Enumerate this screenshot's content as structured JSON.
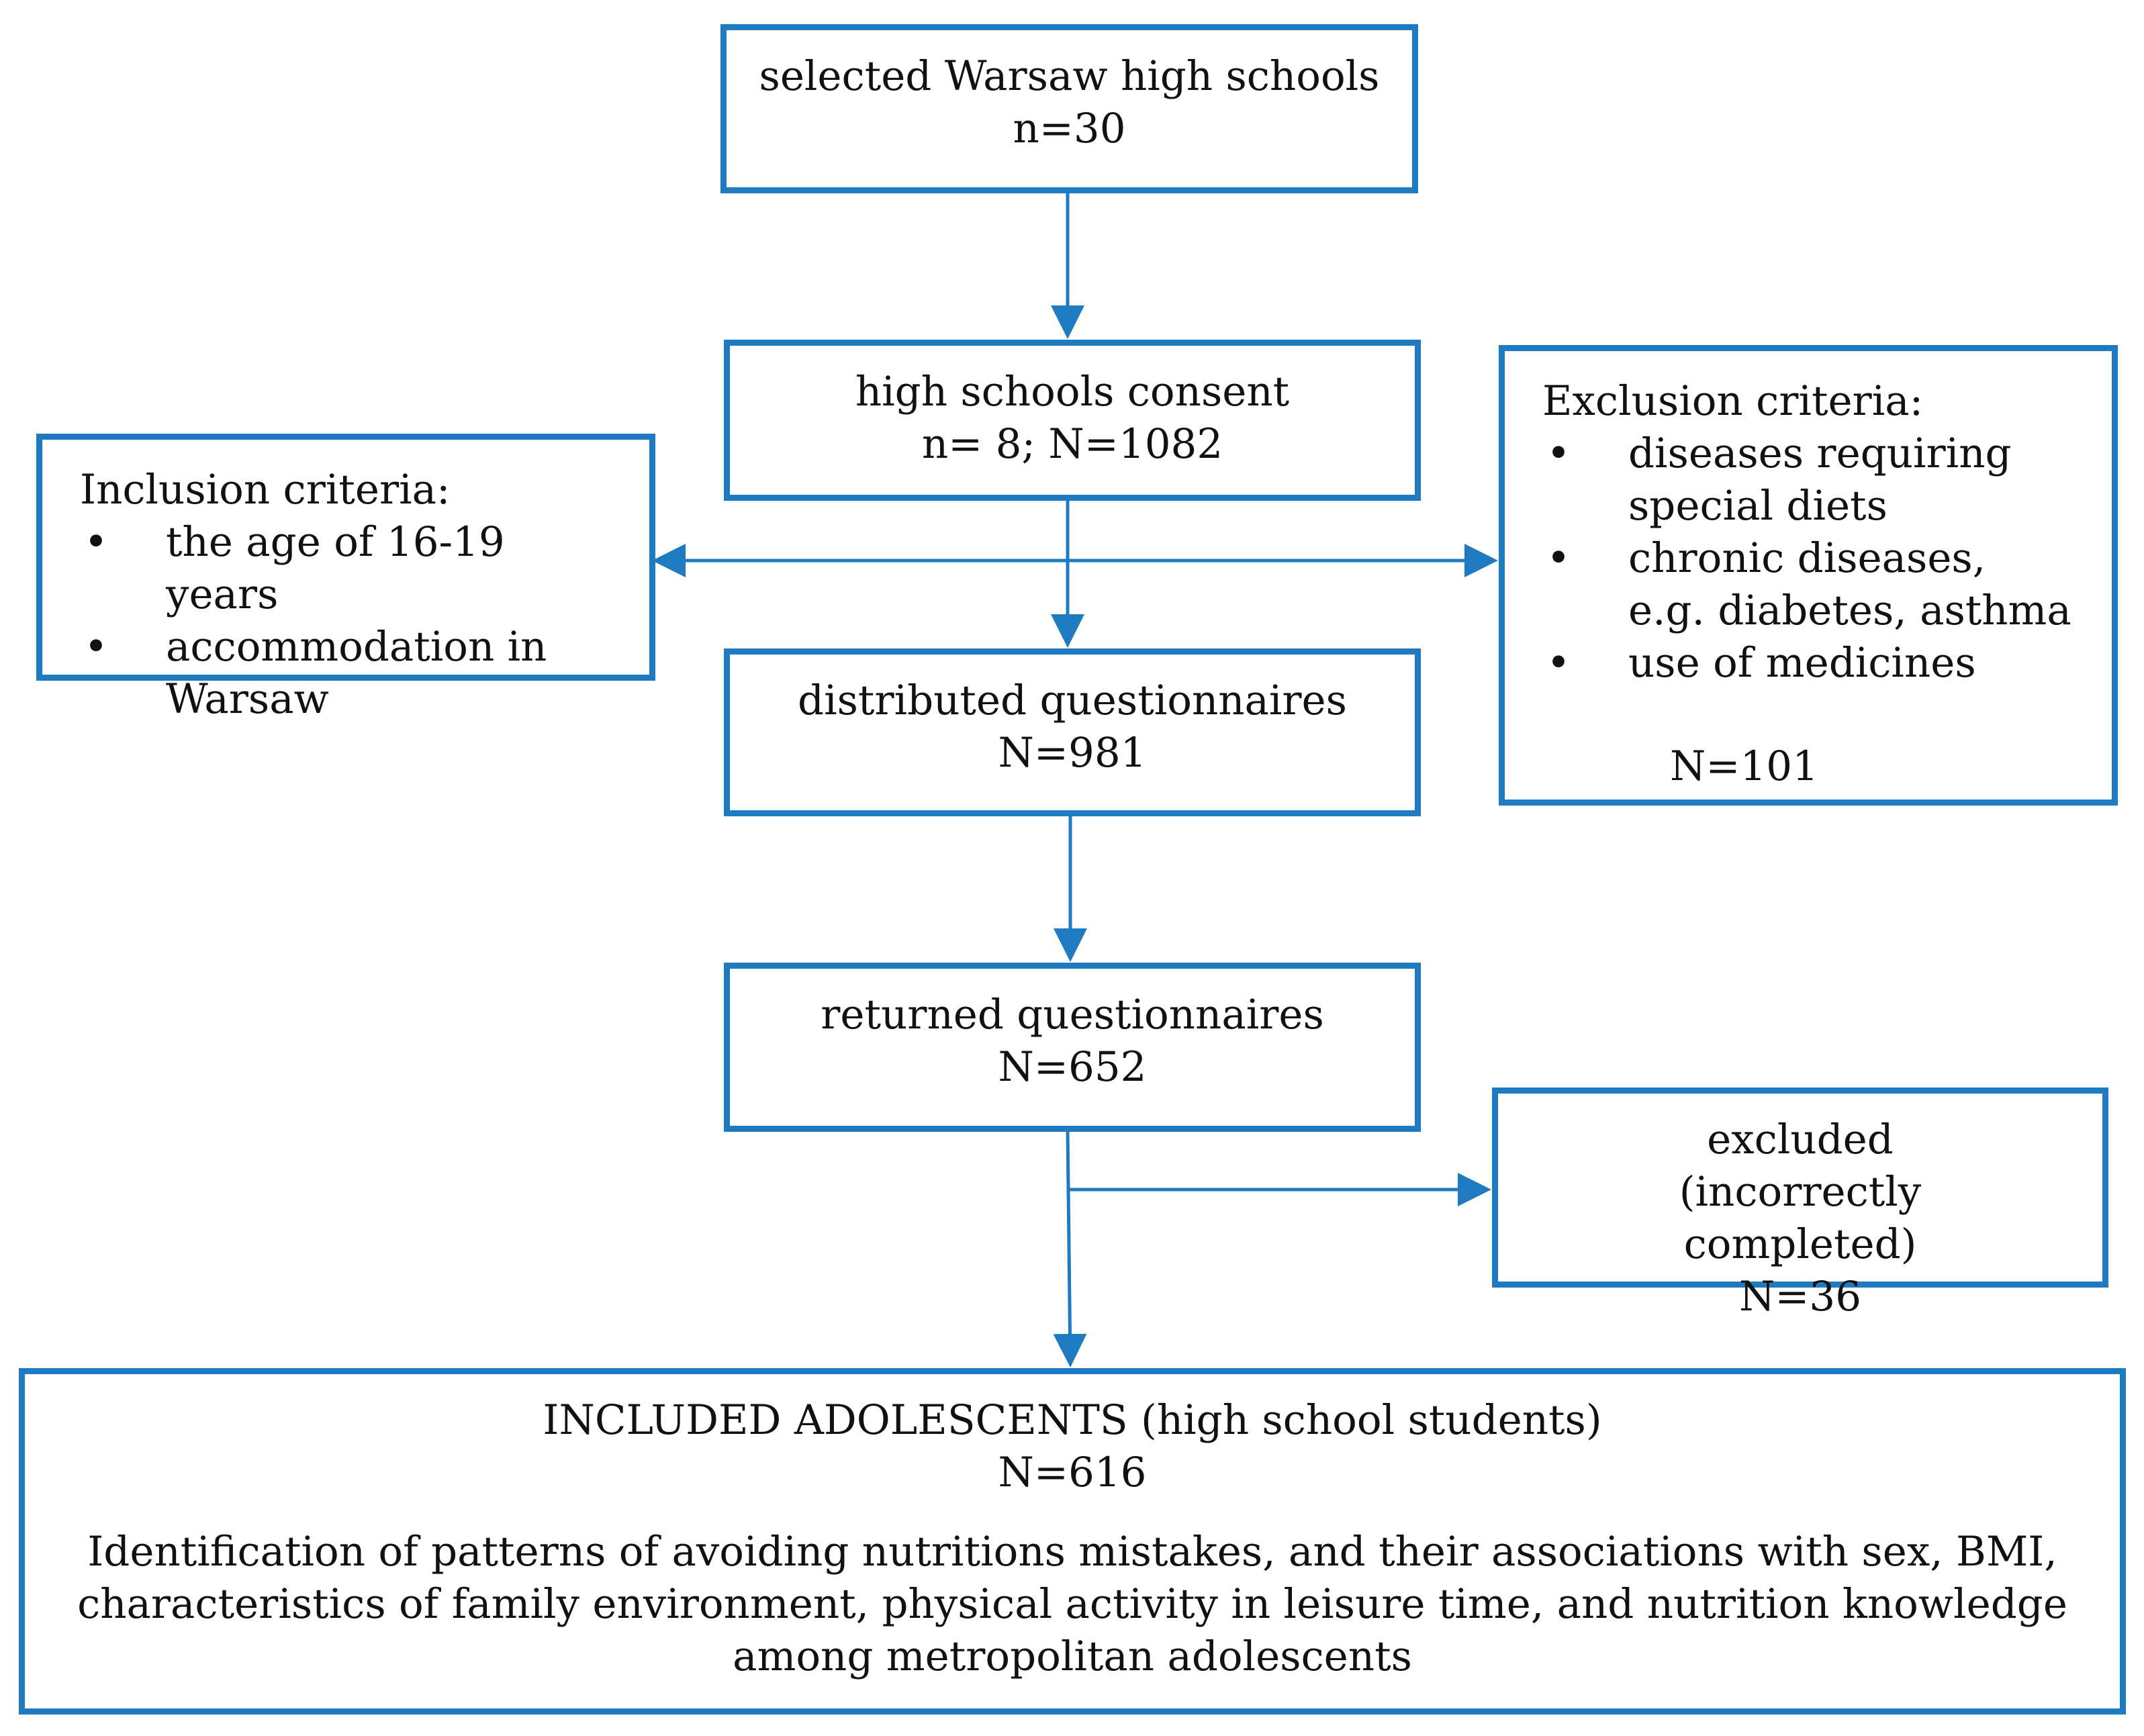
{
  "diagram": {
    "selected_schools": {
      "title": "selected Warsaw high schools",
      "count": "n=30"
    },
    "schools_consent": {
      "title": "high schools consent",
      "count": "n= 8; N=1082"
    },
    "inclusion": {
      "title": "Inclusion criteria:",
      "items": [
        "the age of 16-19 years",
        "accommodation in Warsaw"
      ]
    },
    "exclusion": {
      "title": "Exclusion criteria:",
      "items": [
        "diseases requiring special diets",
        "chronic diseases, e.g. diabetes, asthma",
        "use of medicines"
      ],
      "count": "N=101"
    },
    "distributed": {
      "title": "distributed questionnaires",
      "count": "N=981"
    },
    "returned": {
      "title": "returned questionnaires",
      "count": "N=652"
    },
    "excluded_incorrect": {
      "title": "excluded (incorrectly completed)",
      "count": "N=36"
    },
    "included": {
      "title": "INCLUDED ADOLESCENTS (high school students)",
      "count": "N=616",
      "description": "Identification of patterns of avoiding nutritions mistakes, and their associations with sex, BMI, characteristics of family environment, physical activity in leisure time, and nutrition knowledge among metropolitan adolescents"
    },
    "bullet_symbol": "•",
    "border_color": "#1f7bc1"
  }
}
